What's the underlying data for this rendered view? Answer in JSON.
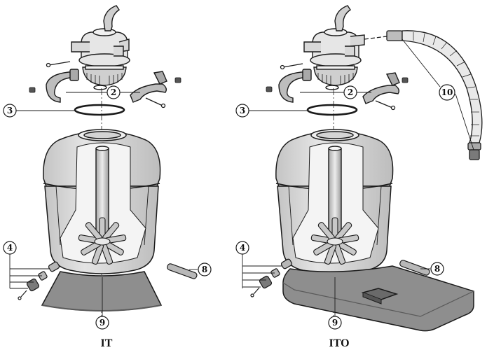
{
  "title": "",
  "colors": {
    "ink": "#1a1a1a",
    "tank_fill": "#dcdcdc",
    "tank_shadow": "#bcbcbc",
    "base_fill": "#8e8e8e",
    "base_dark": "#6a6a6a",
    "valve_fill": "#e6e6e6",
    "lateral_fill": "#c8c8c8"
  },
  "assemblies": [
    {
      "label": "IT",
      "callouts": [
        "2",
        "3",
        "4",
        "8",
        "9"
      ]
    },
    {
      "label": "ITO",
      "callouts": [
        "2",
        "3",
        "4",
        "8",
        "9",
        "10"
      ]
    }
  ]
}
